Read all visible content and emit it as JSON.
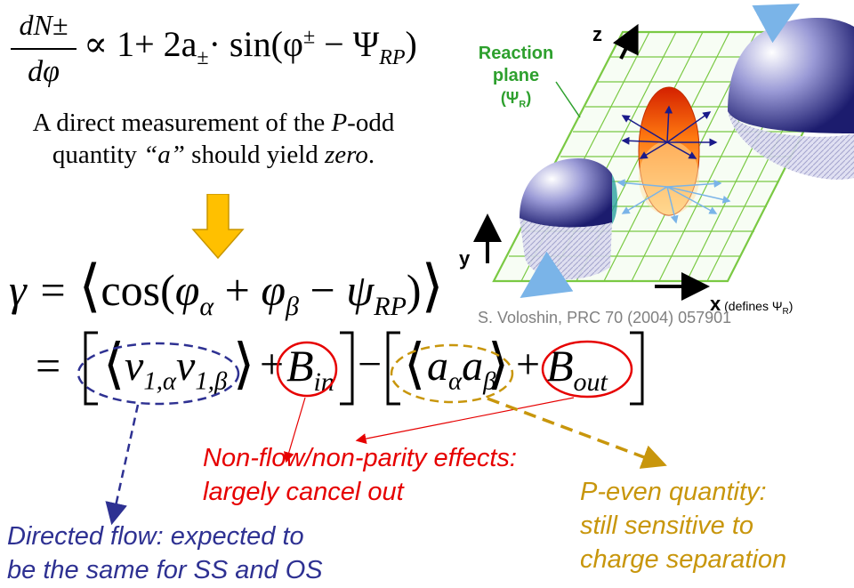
{
  "formula1": {
    "numerator": "dN±",
    "denominator": "dφ",
    "rhs_prefix": "∝ 1+ 2a",
    "rhs_sub": "±",
    "rhs_dot_sin": "· sin(φ",
    "rhs_sup": "±",
    "rhs_minus_psi": " − Ψ",
    "rhs_psi_sub": "RP",
    "rhs_close": ")"
  },
  "statement": {
    "line1_prefix": "A direct measurement of the ",
    "line1_p": "P",
    "line1_suffix": "-odd",
    "line2_prefix": "quantity ",
    "line2_a": "“a”",
    "line2_mid": " should yield ",
    "line2_zero": "zero",
    "line2_end": "."
  },
  "formula2": {
    "gamma": "γ = ",
    "open_angle": "⟨",
    "cos": "cos(",
    "phi_a": "φ",
    "phi_a_sub": "α",
    "plus": " + ",
    "phi_b": "φ",
    "phi_b_sub": "β",
    "minus": " − ",
    "psi": "ψ",
    "psi_sub": "RP",
    "close": ")",
    "close_angle": "⟩"
  },
  "formula3": {
    "eq": "=",
    "v1a": "v",
    "v1a_sub": "1,α",
    "v1b": "v",
    "v1b_sub": "1,β",
    "plus": "+",
    "b_in": "B",
    "b_in_sub": "in",
    "minus": "−",
    "aa": "a",
    "aa_sub": "α",
    "ab": "a",
    "ab_sub": "β",
    "b_out": "B",
    "b_out_sub": "out"
  },
  "diagram": {
    "reaction_plane_line1": "Reaction",
    "reaction_plane_line2": "plane",
    "reaction_plane_psi": "(Ψ",
    "reaction_plane_psi_sub": "R",
    "reaction_plane_close": ")",
    "axis_z": "z",
    "axis_y": "y",
    "axis_x": "x",
    "axis_x_note": " (defines Ψ",
    "axis_x_note_sub": "R",
    "axis_x_note_close": ")",
    "citation": "S. Voloshin, PRC 70 (2004) 057901"
  },
  "callouts": {
    "nonflow_line1": "Non-flow/non-parity effects:",
    "nonflow_line2": "largely cancel out",
    "directed_line1": "Directed flow: expected to",
    "directed_line2": "be the same for SS and OS",
    "peven_line1": "P-even quantity:",
    "peven_line2": "still sensitive to",
    "peven_line3": "charge separation"
  },
  "colors": {
    "red": "#e60000",
    "blue": "#2e3192",
    "gold": "#c8960c",
    "green": "#2ea02e",
    "arrow_yellow": "#ffc000"
  }
}
